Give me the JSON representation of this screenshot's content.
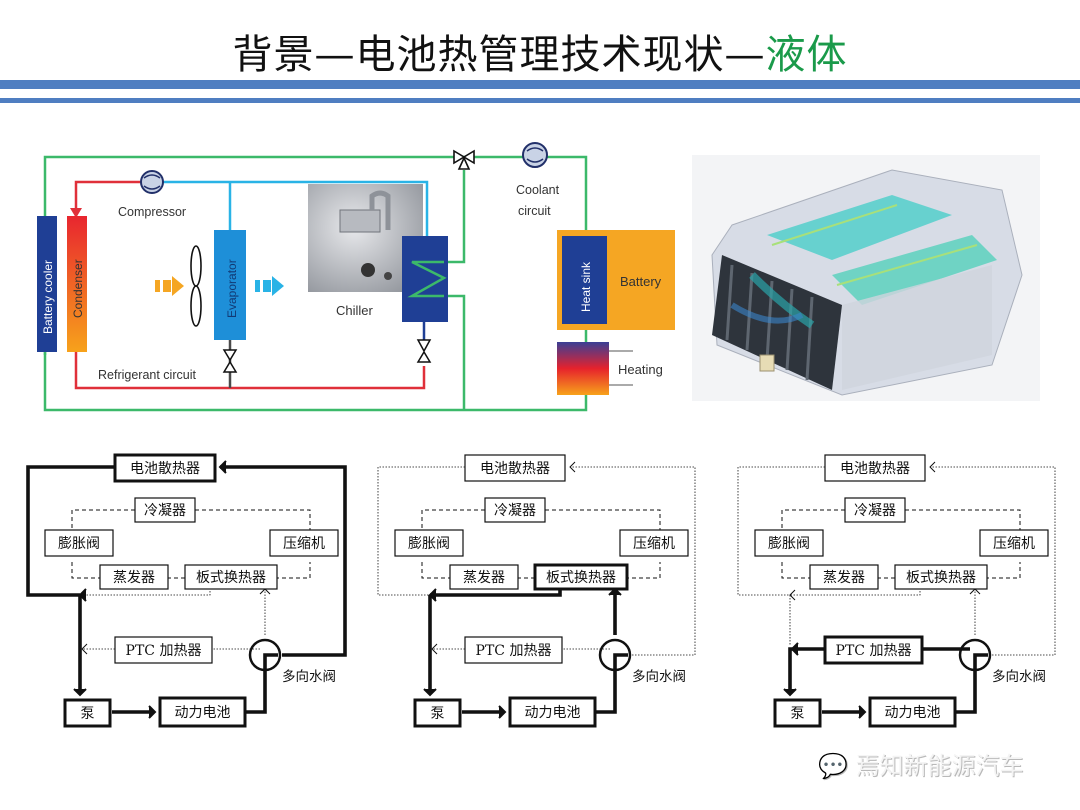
{
  "slide": {
    "title_main": "背景—电池热管理技术现状—",
    "title_accent": "液体",
    "watermark": "焉知新能源汽车",
    "colors": {
      "accent_green": "#1a9a4a",
      "header_bar": "#4f7ec1",
      "refrigerant_red": "#e0303a",
      "refrigerant_blue": "#29b3e6",
      "coolant_green": "#3cb96a",
      "component_navy": "#1f3f95",
      "battery_orange": "#f5a623"
    }
  },
  "schematic": {
    "labels": {
      "compressor": "Compressor",
      "battery_cooler": "Battery cooler",
      "condenser": "Condenser",
      "evaporator": "Evaporator",
      "chiller": "Chiller",
      "refrigerant_circuit": "Refrigerant circuit",
      "coolant_circuit_line1": "Coolant",
      "coolant_circuit_line2": "circuit",
      "heat_sink": "Heat sink",
      "battery": "Battery",
      "heating": "Heating"
    }
  },
  "flow_diagrams": [
    {
      "id": "mode-1",
      "boxes": {
        "radiator": "电池散热器",
        "condenser": "冷凝器",
        "expansion_valve": "膨胀阀",
        "compressor": "压缩机",
        "evaporator": "蒸发器",
        "plate_hx": "板式换热器",
        "ptc_heater": "PTC 加热器",
        "pump": "泵",
        "power_battery": "动力电池",
        "multiway_valve": "多向水阀"
      },
      "active_path": "radiator"
    },
    {
      "id": "mode-2",
      "boxes": {
        "radiator": "电池散热器",
        "condenser": "冷凝器",
        "expansion_valve": "膨胀阀",
        "compressor": "压缩机",
        "evaporator": "蒸发器",
        "plate_hx": "板式换热器",
        "ptc_heater": "PTC 加热器",
        "pump": "泵",
        "power_battery": "动力电池",
        "multiway_valve": "多向水阀"
      },
      "active_path": "plate_hx"
    },
    {
      "id": "mode-3",
      "boxes": {
        "radiator": "电池散热器",
        "condenser": "冷凝器",
        "expansion_valve": "膨胀阀",
        "compressor": "压缩机",
        "evaporator": "蒸发器",
        "plate_hx": "板式换热器",
        "ptc_heater": "PTC 加热器",
        "pump": "泵",
        "power_battery": "动力电池",
        "multiway_valve": "多向水阀"
      },
      "active_path": "ptc_heater"
    }
  ]
}
